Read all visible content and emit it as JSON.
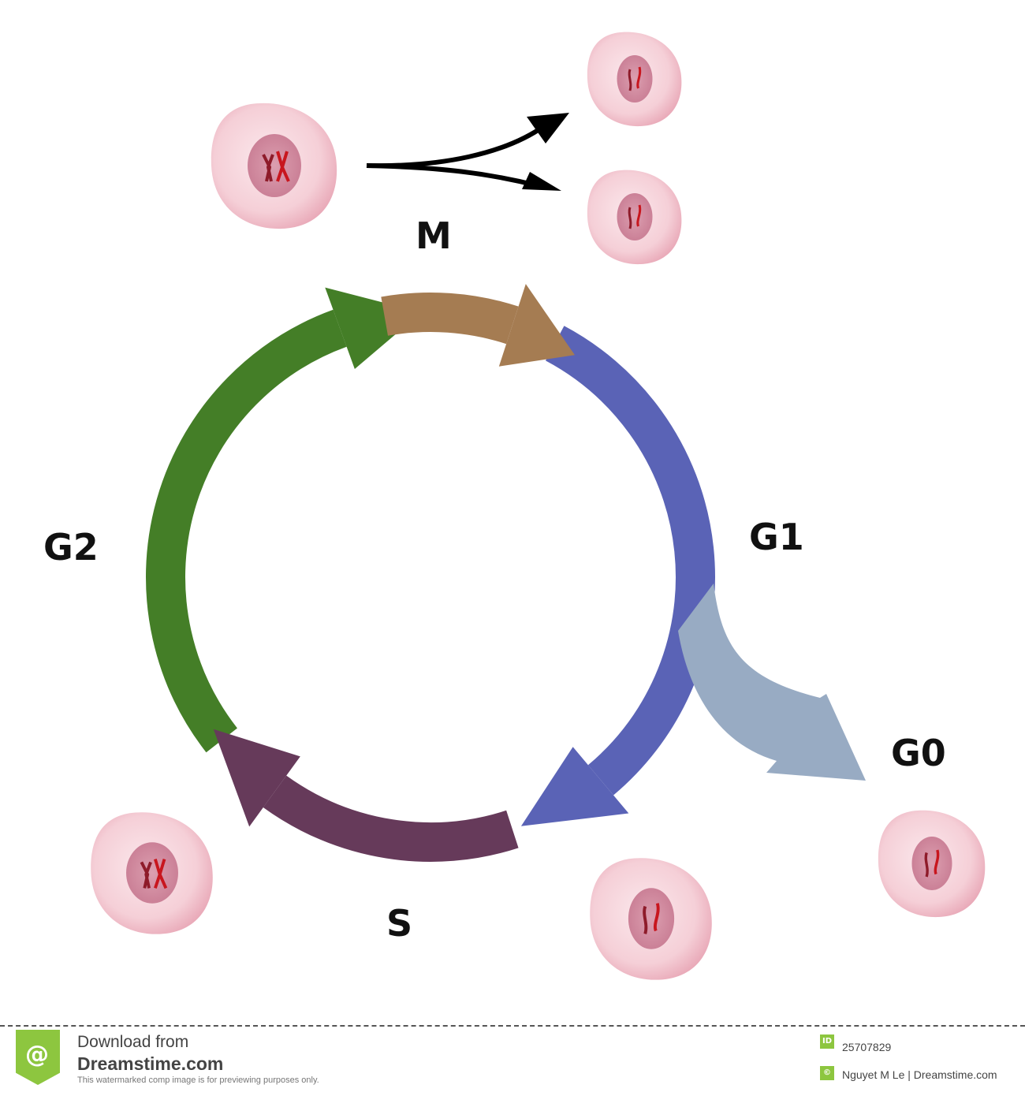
{
  "diagram": {
    "title": "Cell cycle",
    "phases": {
      "m": "M",
      "g1": "G1",
      "s": "S",
      "g2": "G2",
      "g0": "G0"
    },
    "colors": {
      "m": "#a57c52",
      "g1": "#5a63b6",
      "s": "#663a5a",
      "g2": "#447e27",
      "g0": "#98abc3",
      "cell": "#f6cfd6",
      "nucleus": "#d7899e",
      "chromosome": "#c8161e"
    }
  },
  "footer": {
    "download_from": "Download from",
    "site": "Dreamstime.com",
    "notice": "This watermarked comp image is for previewing purposes only.",
    "id_badge": "ID",
    "image_id": "25707829",
    "copyright_badge": "©",
    "credit": "Nguyet M Le   | Dreamstime.com"
  }
}
